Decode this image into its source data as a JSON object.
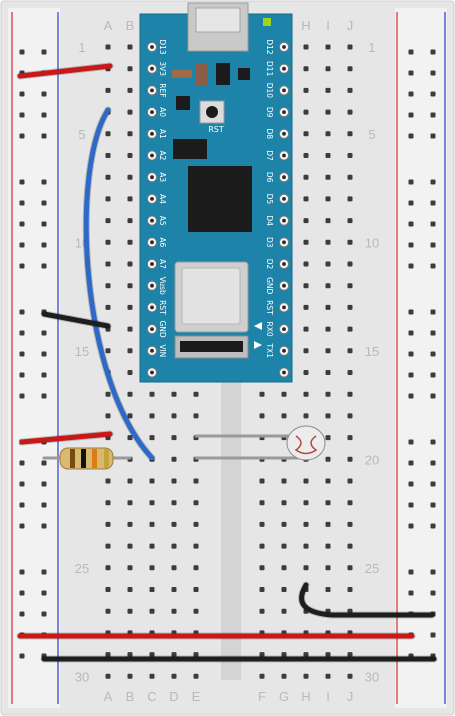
{
  "breadboard": {
    "column_letters": [
      "A",
      "B",
      "C",
      "D",
      "E",
      "F",
      "G",
      "H",
      "I",
      "J"
    ],
    "row_number_labels": [
      "1",
      "5",
      "10",
      "15",
      "20",
      "25",
      "30"
    ],
    "colors": {
      "board": "#e6e6e6",
      "hole": "#3c3c3c",
      "rail_red": "#d62a2a",
      "rail_blue": "#2b3cc8",
      "label": "#b9b9b9"
    }
  },
  "arduino": {
    "left_pins": [
      "D13",
      "3V3",
      "REF",
      "A0",
      "A1",
      "A2",
      "A3",
      "A4",
      "A5",
      "A6",
      "A7",
      "Vusb",
      "RST",
      "GND",
      "VIN"
    ],
    "right_pins": [
      "D12",
      "D11",
      "D10",
      "D9",
      "D8",
      "D7",
      "D6",
      "D5",
      "D4",
      "D3",
      "D2",
      "GND",
      "RST",
      "RX0",
      "TX1"
    ],
    "reset_label": "RST",
    "colors": {
      "board": "#1d83a8",
      "chip": "#1b1b1b",
      "usb": "#c9c9c9",
      "module": "#cfcfcf"
    }
  },
  "wires": {
    "colors": {
      "red": "#c81818",
      "black": "#1e1e1e",
      "blue": "#2e69c8",
      "grey": "#9a9a9a"
    }
  },
  "components": {
    "resistor_colors": [
      "#7a4a12",
      "#111111",
      "#e07a12",
      "#c8a23c"
    ],
    "photoresistor_color": "#ececec"
  }
}
